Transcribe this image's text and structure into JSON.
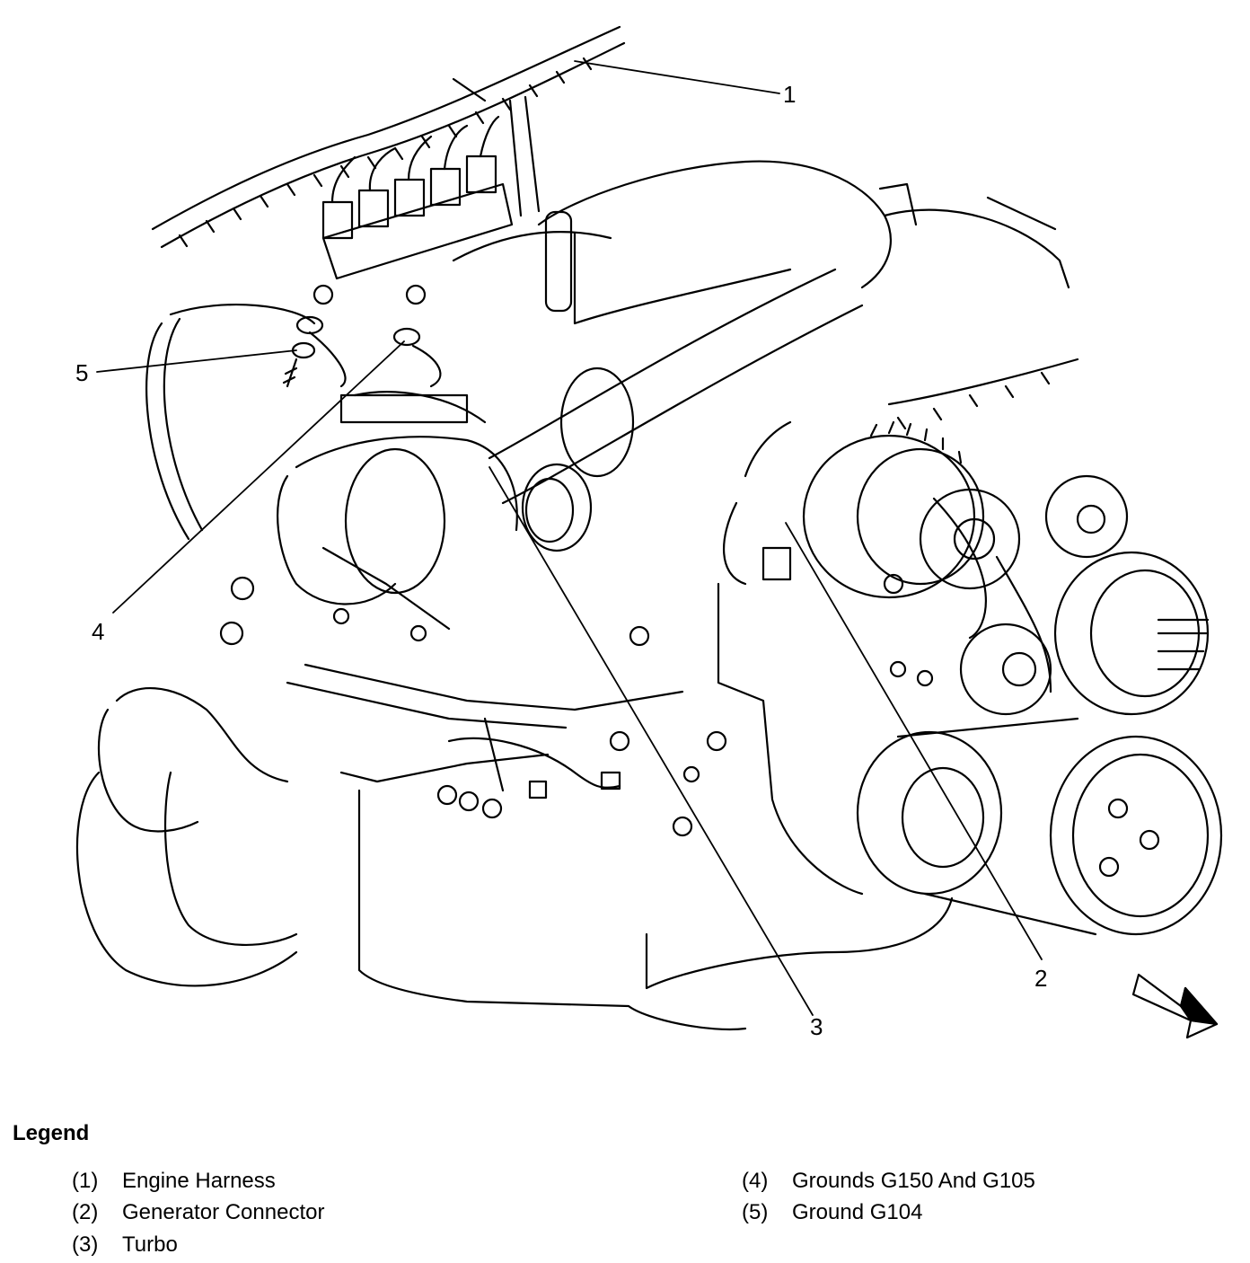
{
  "callouts": [
    "1",
    "2",
    "3",
    "4",
    "5"
  ],
  "legend": {
    "title": "Legend",
    "items": [
      {
        "num": "(1)",
        "label": "Engine Harness"
      },
      {
        "num": "(2)",
        "label": "Generator Connector"
      },
      {
        "num": "(3)",
        "label": "Turbo"
      },
      {
        "num": "(4)",
        "label": "Grounds G150 And G105"
      },
      {
        "num": "(5)",
        "label": "Ground G104"
      }
    ]
  }
}
